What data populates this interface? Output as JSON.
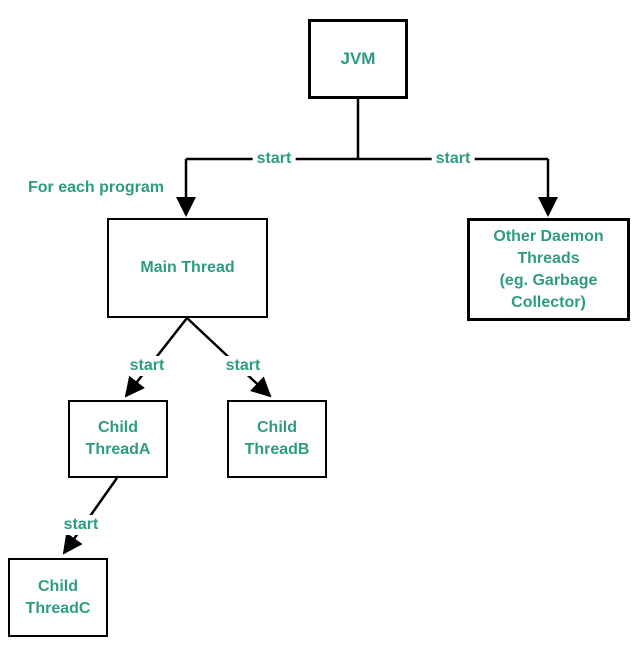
{
  "diagram": {
    "accent_color": "#2e9b83",
    "line_color": "#000000",
    "nodes": {
      "jvm": {
        "label": "JVM"
      },
      "main_thread": {
        "label": "Main Thread"
      },
      "other_daemon": {
        "label": "Other Daemon\nThreads\n(eg. Garbage\nCollector)"
      },
      "child_thread_a": {
        "label": "Child\nThreadA"
      },
      "child_thread_b": {
        "label": "Child\nThreadB"
      },
      "child_thread_c": {
        "label": "Child\nThreadC"
      }
    },
    "labels": {
      "for_each_program": "For each program",
      "start_to_main": "start",
      "start_to_daemon": "start",
      "start_to_child_a": "start",
      "start_to_child_b": "start",
      "start_to_child_c": "start"
    }
  }
}
